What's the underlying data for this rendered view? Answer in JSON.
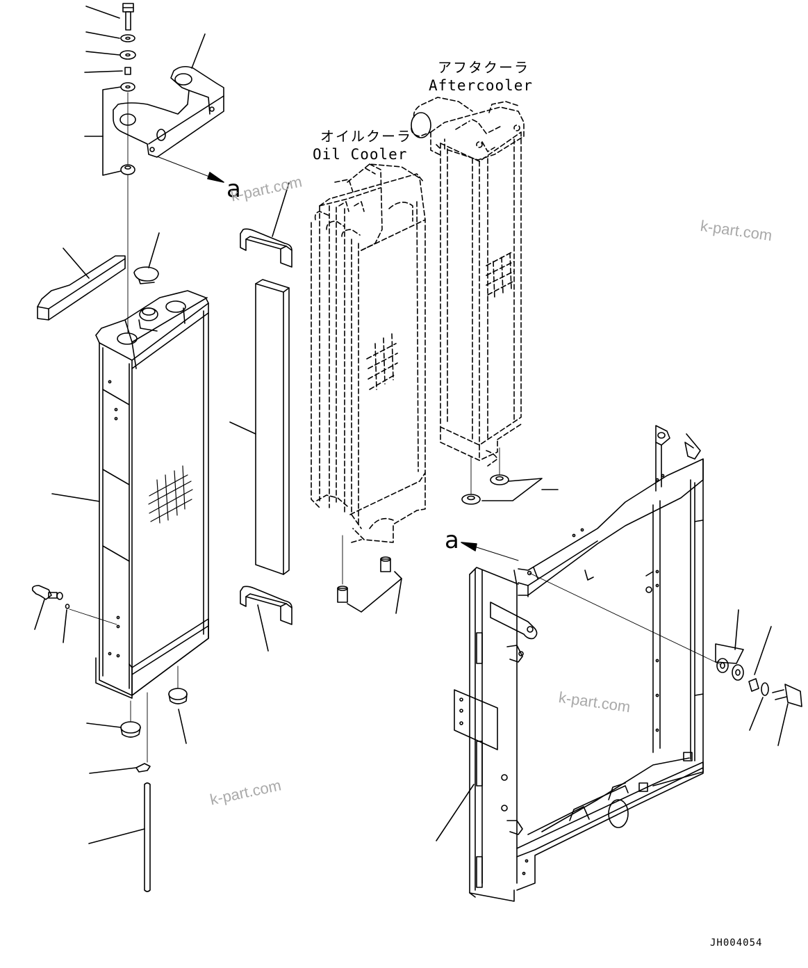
{
  "labels": {
    "aftercooler_jp": "アフタクーラ",
    "aftercooler_en": "Aftercooler",
    "oilcooler_jp": "オイルクーラ",
    "oilcooler_en": "Oil Cooler",
    "view_marker_1": "a",
    "view_marker_2": "a"
  },
  "watermarks": [
    "k-part.com",
    "k-part.com",
    "k-part.com",
    "k-part.com"
  ],
  "drawing_code": "JH004054",
  "colors": {
    "line": "#000000",
    "watermark": "#a9a9a9",
    "background": "#ffffff"
  }
}
